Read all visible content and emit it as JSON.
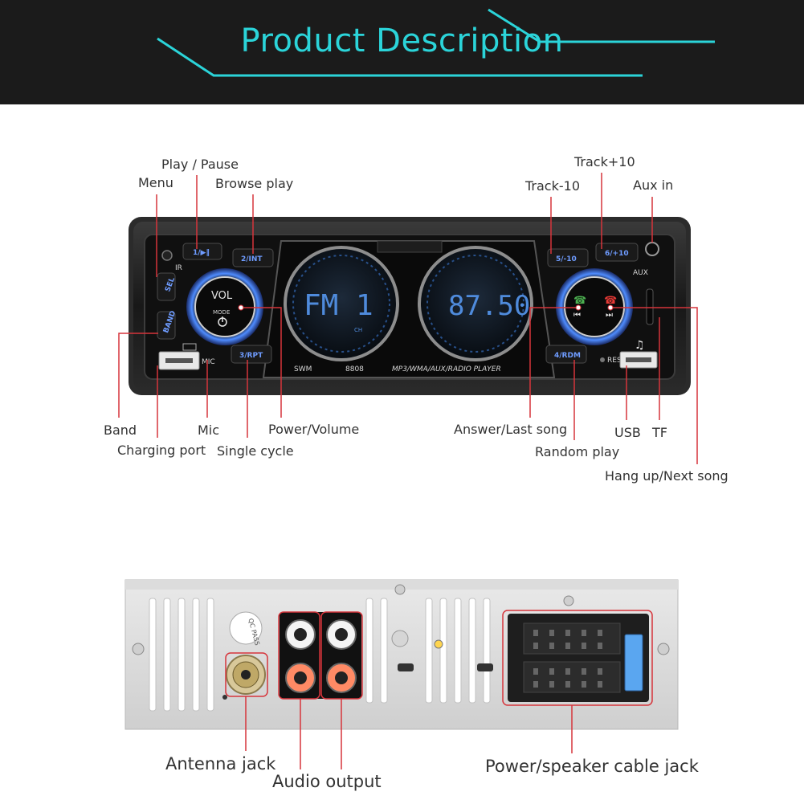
{
  "banner": {
    "title": "Product Description"
  },
  "front_labels": {
    "play_pause": "Play / Pause",
    "menu": "Menu",
    "browse_play": "Browse play",
    "track_plus_10": "Track+10",
    "track_minus_10": "Track-10",
    "aux_in": "Aux in",
    "band": "Band",
    "charging_port": "Charging port",
    "mic": "Mic",
    "single_cycle": "Single cycle",
    "power_volume": "Power/Volume",
    "answer_last_song": "Answer/Last song",
    "random_play": "Random play",
    "usb": "USB",
    "tf": "TF",
    "hang_up_next_song": "Hang up/Next song"
  },
  "panel": {
    "btn_1": "1/▶‖",
    "btn_2": "2/INT",
    "btn_3": "3/RPT",
    "btn_4": "4/RDM",
    "btn_5": "5/-10",
    "btn_6": "6/+10",
    "sel": "SEL",
    "band": "BAND",
    "vol": "VOL",
    "mode": "MODE",
    "mic": "MIC",
    "res": "RES",
    "aux": "AUX",
    "brand": "SWM",
    "model": "8808",
    "player": "MP3/WMA/AUX/RADIO PLAYER",
    "display_left": "FM 1",
    "display_right": "87.50",
    "ch": "CH",
    "ir": "IR"
  },
  "rear": {
    "qc_pass": "QC\nPASS",
    "antenna_jack": "Antenna jack",
    "audio_output": "Audio output",
    "power_speaker": "Power/speaker cable jack"
  },
  "colors": {
    "accent": "#2bd4d9",
    "callout_red": "#d6343b",
    "banner_bg": "#1b1b1b",
    "button_blue": "#6f9cff"
  }
}
